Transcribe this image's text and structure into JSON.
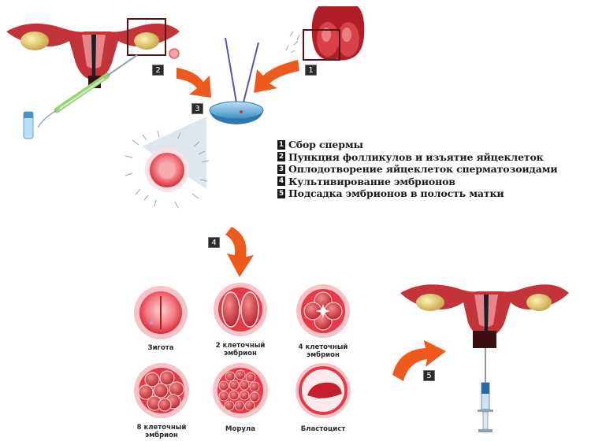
{
  "legend": [
    {
      "num": "1",
      "text": "Сбор спермы"
    },
    {
      "num": "2",
      "text": "Пункция фолликулов и изъятие яйцеклеток"
    },
    {
      "num": "3",
      "text": "Оплодотворение яйцеклеток сперматозоидами"
    },
    {
      "num": "4",
      "text": "Культивирование эмбрионов"
    },
    {
      "num": "5",
      "text": "Подсадка эмбрионов в полость матки"
    }
  ],
  "badges": {
    "b1": "1",
    "b2": "2",
    "b3": "3",
    "b4": "4",
    "b5": "5"
  },
  "stages": [
    {
      "line1": "Зигота",
      "line2": ""
    },
    {
      "line1": "2 клеточный",
      "line2": "эмбрион"
    },
    {
      "line1": "4 клеточный",
      "line2": "эмбрион"
    },
    {
      "line1": "8 клеточный",
      "line2": "эмбрион"
    },
    {
      "line1": "Морула",
      "line2": ""
    },
    {
      "line1": "Бластоцист",
      "line2": ""
    }
  ],
  "colors": {
    "arrow": "#ee5a1c",
    "tissue": "#c2333a",
    "cell": "#e4394a",
    "badge": "#2b2b2b"
  }
}
